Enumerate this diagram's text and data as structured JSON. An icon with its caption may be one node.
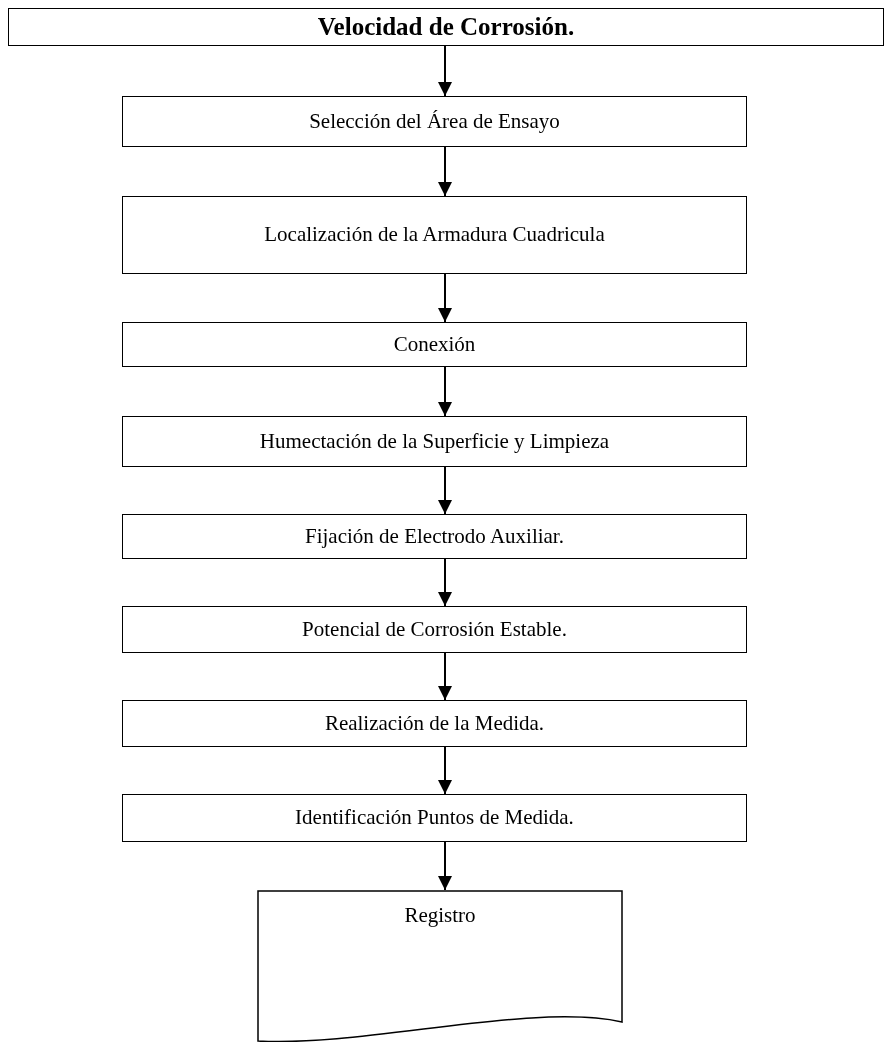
{
  "diagram": {
    "nodes": [
      {
        "text": [
          "Velocidad de Corrosión."
        ]
      },
      {
        "text": [
          "Selección del Área de Ensayo"
        ]
      },
      {
        "text": [
          "Localización de la Armadura Cuadricula"
        ]
      },
      {
        "text": [
          "Conexión"
        ]
      },
      {
        "text": [
          "Humectación de la Superficie y Limpieza"
        ]
      },
      {
        "text": [
          "Fijación de Electrodo Auxiliar."
        ]
      },
      {
        "text": [
          "Potencial de Corrosión Estable."
        ]
      },
      {
        "text": [
          "Realización de la Medida."
        ]
      },
      {
        "text": [
          "Identificación Puntos de Medida."
        ]
      },
      {
        "text": [
          "Registro"
        ]
      }
    ],
    "edges": [
      {
        "from": 0,
        "to": 1,
        "arrow": "to"
      },
      {
        "from": 1,
        "to": 2,
        "arrow": "to"
      },
      {
        "from": 2,
        "to": 3,
        "arrow": "to"
      },
      {
        "from": 3,
        "to": 4,
        "arrow": "to"
      },
      {
        "from": 4,
        "to": 5,
        "arrow": "to"
      },
      {
        "from": 5,
        "to": 6,
        "arrow": "to"
      },
      {
        "from": 6,
        "to": 7,
        "arrow": "to"
      },
      {
        "from": 7,
        "to": 8,
        "arrow": "to"
      },
      {
        "from": 8,
        "to": 9,
        "arrow": "to"
      }
    ]
  }
}
